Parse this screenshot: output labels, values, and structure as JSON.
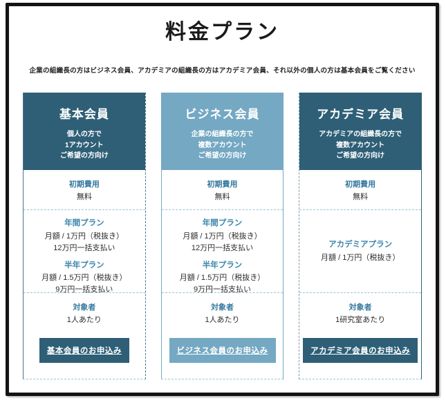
{
  "page": {
    "title": "料金プラン",
    "subtitle": "企業の組織長の方はビジネス会員、アカデミアの組織長の方はアカデミア会員、それ以外の個人の方は基本会員をご覧ください"
  },
  "colors": {
    "dark_teal": "#2E5F76",
    "light_blue": "#74A8C3",
    "label_blue": "#35799F",
    "frame_black": "#141414"
  },
  "plans": [
    {
      "name": "基本会員",
      "desc": [
        "個人の方で",
        "1アカウント",
        "ご希望の方向け"
      ],
      "fee_label": "初期費用",
      "fee_value": "無料",
      "pricing": [
        {
          "label": "年間プラン",
          "lines": [
            "月額 / 1万円（税抜き）",
            "12万円一括支払い"
          ]
        },
        {
          "label": "半年プラン",
          "lines": [
            "月額 / 1.5万円（税抜き）",
            "9万円一括支払い"
          ]
        }
      ],
      "target_label": "対象者",
      "target_value": "1人あたり",
      "cta_label": "基本会員のお申込み"
    },
    {
      "name": "ビジネス会員",
      "desc": [
        "企業の組織長の方で",
        "複数アカウント",
        "ご希望の方向け"
      ],
      "fee_label": "初期費用",
      "fee_value": "無料",
      "pricing": [
        {
          "label": "年間プラン",
          "lines": [
            "月額 / 1万円（税抜き）",
            "12万円一括支払い"
          ]
        },
        {
          "label": "半年プラン",
          "lines": [
            "月額 / 1.5万円（税抜き）",
            "9万円一括支払い"
          ]
        }
      ],
      "target_label": "対象者",
      "target_value": "1人あたり",
      "cta_label": "ビジネス会員のお申込み"
    },
    {
      "name": "アカデミア会員",
      "desc": [
        "アカデミアの組織長の方で",
        "複数アカウント",
        "ご希望の方向け"
      ],
      "fee_label": "初期費用",
      "fee_value": "無料",
      "pricing": [
        {
          "label": "アカデミアプラン",
          "lines": [
            "月額 / 1万円（税抜き）"
          ]
        }
      ],
      "target_label": "対象者",
      "target_value": "1研究室あたり",
      "cta_label": "アカデミア会員のお申込み"
    }
  ]
}
